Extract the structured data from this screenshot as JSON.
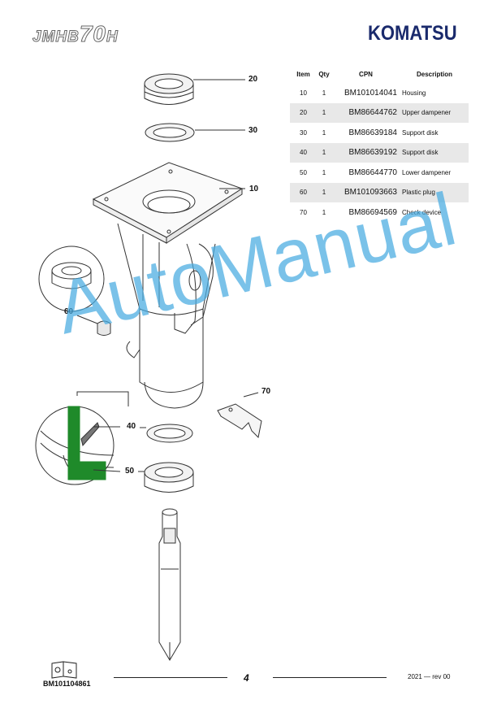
{
  "header": {
    "model_prefix": "JMHB",
    "model_number": "70",
    "model_suffix": "H",
    "brand": "KOMATSU"
  },
  "table": {
    "headers": [
      "Item",
      "Qty",
      "CPN",
      "Description"
    ],
    "rows": [
      {
        "item": "10",
        "qty": "1",
        "cpn": "BM101014041",
        "desc": "Housing"
      },
      {
        "item": "20",
        "qty": "1",
        "cpn": "BM86644762",
        "desc": "Upper dampener"
      },
      {
        "item": "30",
        "qty": "1",
        "cpn": "BM86639184",
        "desc": "Support disk"
      },
      {
        "item": "40",
        "qty": "1",
        "cpn": "BM86639192",
        "desc": "Support disk"
      },
      {
        "item": "50",
        "qty": "1",
        "cpn": "BM86644770",
        "desc": "Lower dampener"
      },
      {
        "item": "60",
        "qty": "1",
        "cpn": "BM101093663",
        "desc": "Plastic  plug"
      },
      {
        "item": "70",
        "qty": "1",
        "cpn": "BM86694569",
        "desc": "Check device"
      }
    ]
  },
  "callouts": {
    "c20": "20",
    "c30": "30",
    "c10": "10",
    "c60": "60",
    "c70": "70",
    "c40": "40",
    "c50": "50"
  },
  "watermark": "AutoManual",
  "footer": {
    "doc_number": "BM101104861",
    "page": "4",
    "revision": "2021 — rev 00"
  },
  "colors": {
    "brand": "#1a2a6c",
    "watermark": "#47aae0",
    "detail_green": "#1f8a2a"
  }
}
